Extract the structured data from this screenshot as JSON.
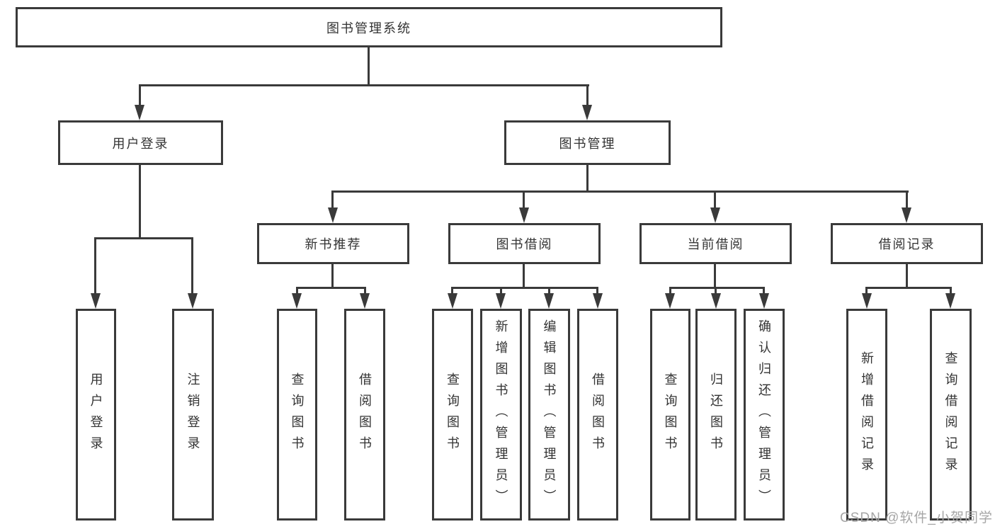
{
  "colors": {
    "line": "#3a3a3a",
    "text": "#333333",
    "canvas": "#ffffff",
    "watermark": "#a6a6a6"
  },
  "watermark": {
    "text": "CSDN @软件_小贺同学"
  },
  "tree": {
    "root": {
      "label": "图书管理系统"
    },
    "branches": [
      {
        "label": "用户登录",
        "children": [
          {
            "label": "用户登录"
          },
          {
            "label": "注销登录"
          }
        ]
      },
      {
        "label": "图书管理",
        "children": [
          {
            "label": "新书推荐",
            "children": [
              {
                "label": "查询图书"
              },
              {
                "label": "借阅图书"
              }
            ]
          },
          {
            "label": "图书借阅",
            "children": [
              {
                "label": "查询图书"
              },
              {
                "label": "新增图书（管理员）"
              },
              {
                "label": "编辑图书（管理员）"
              },
              {
                "label": "借阅图书"
              }
            ]
          },
          {
            "label": "当前借阅",
            "children": [
              {
                "label": "查询图书"
              },
              {
                "label": "归还图书"
              },
              {
                "label": "确认归还（管理员）"
              }
            ]
          },
          {
            "label": "借阅记录",
            "children": [
              {
                "label": "新增借阅记录"
              },
              {
                "label": "查询借阅记录"
              }
            ]
          }
        ]
      }
    ]
  }
}
